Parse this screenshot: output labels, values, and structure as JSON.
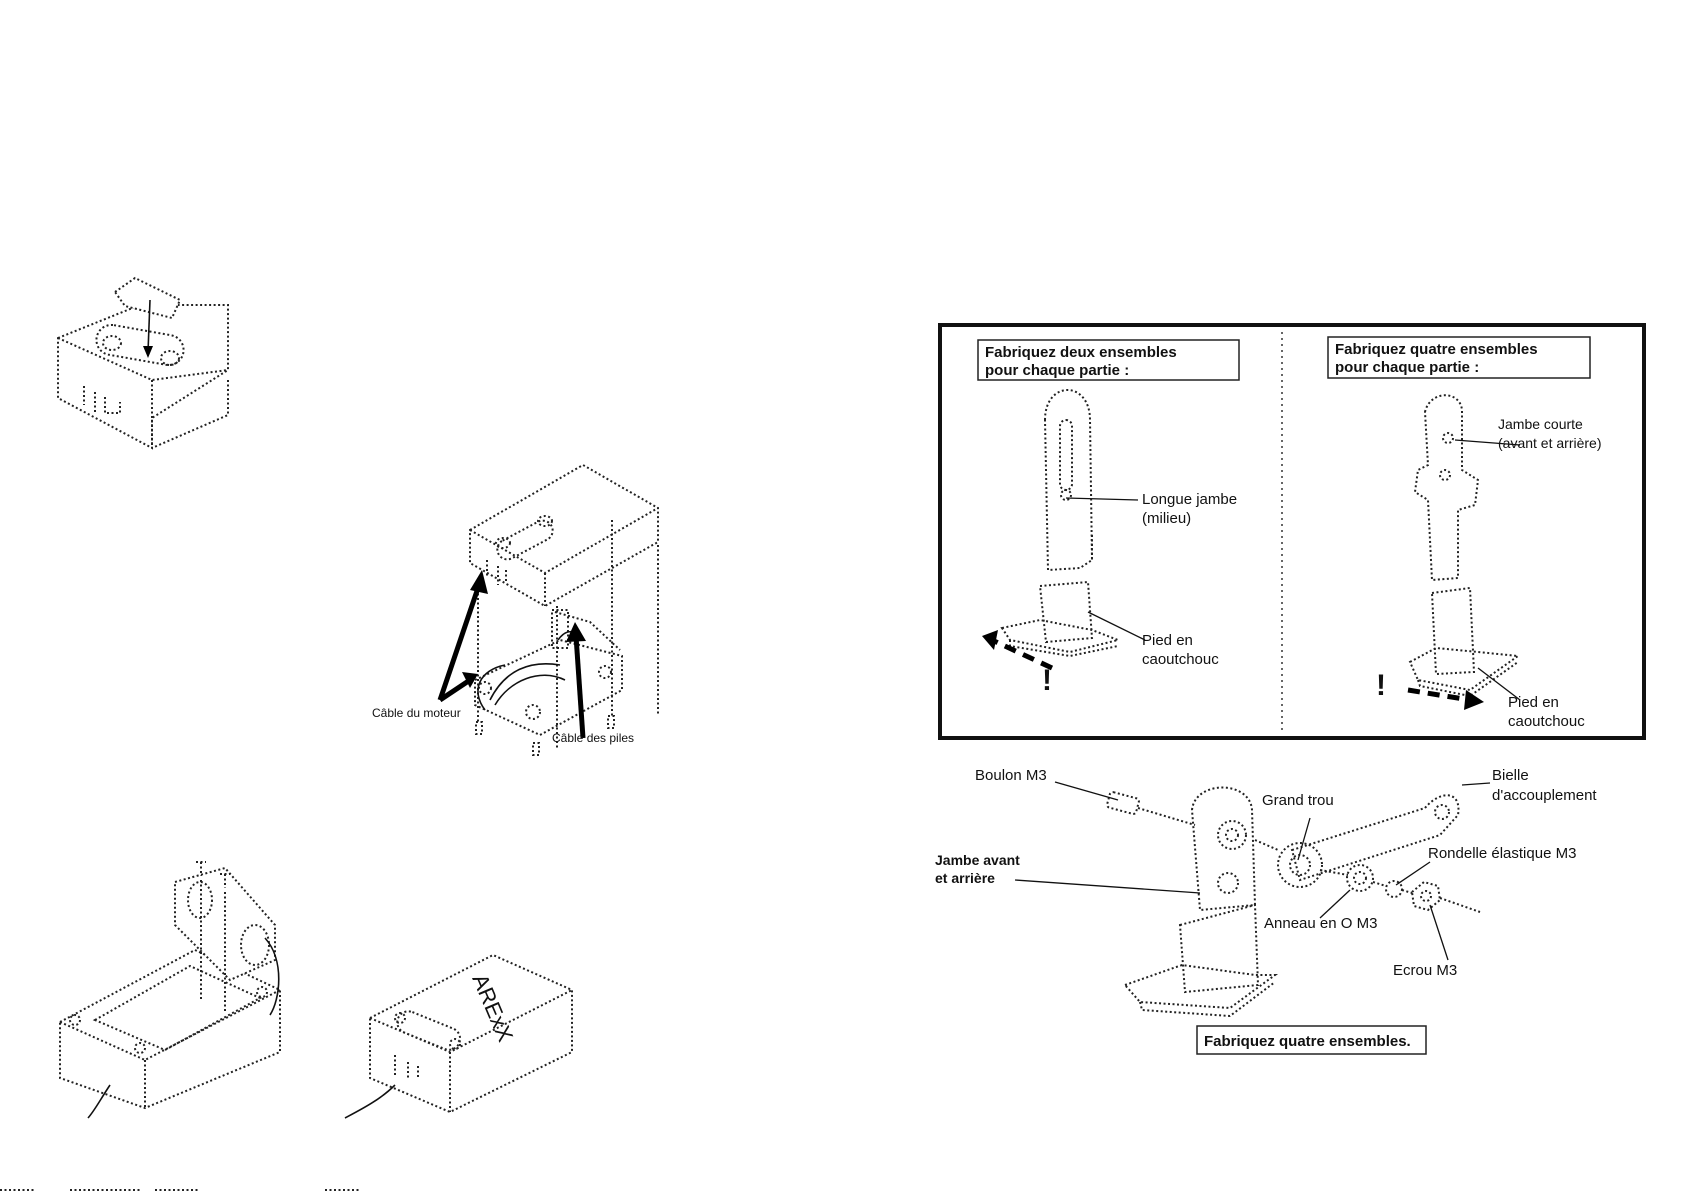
{
  "labels": {
    "motor_cable": "Câble du moteur",
    "battery_cable": "Câble des piles",
    "battery_box_marking": "ARExX"
  },
  "panel_top": {
    "left_box": {
      "line1": "Fabriquez deux ensembles",
      "line2": "pour chaque partie :"
    },
    "right_box": {
      "line1": "Fabriquez quatre ensembles",
      "line2": "pour chaque partie :"
    },
    "long_leg": {
      "line1": "Longue jambe",
      "line2": "(milieu)"
    },
    "rubber_foot_left": {
      "line1": "Pied en",
      "line2": "caoutchouc"
    },
    "short_leg": {
      "line1": "Jambe courte",
      "line2": "(avant et arrière)"
    },
    "rubber_foot_right": {
      "line1": "Pied en",
      "line2": "caoutchouc"
    },
    "exclamation": "!"
  },
  "assembly": {
    "bolt": "Boulon M3",
    "big_hole": "Grand trou",
    "coupling_rod": {
      "line1": "Bielle",
      "line2": "d'accouplement"
    },
    "spring_washer": "Rondelle élastique M3",
    "front_rear_leg": {
      "line1": "Jambe avant",
      "line2": "et arrière"
    },
    "o_ring": "Anneau en O M3",
    "nut": "Ecrou M3",
    "footer": "Fabriquez quatre ensembles."
  },
  "icons": [
    "screw-icon",
    "arrow-icon",
    "battery-icon"
  ]
}
